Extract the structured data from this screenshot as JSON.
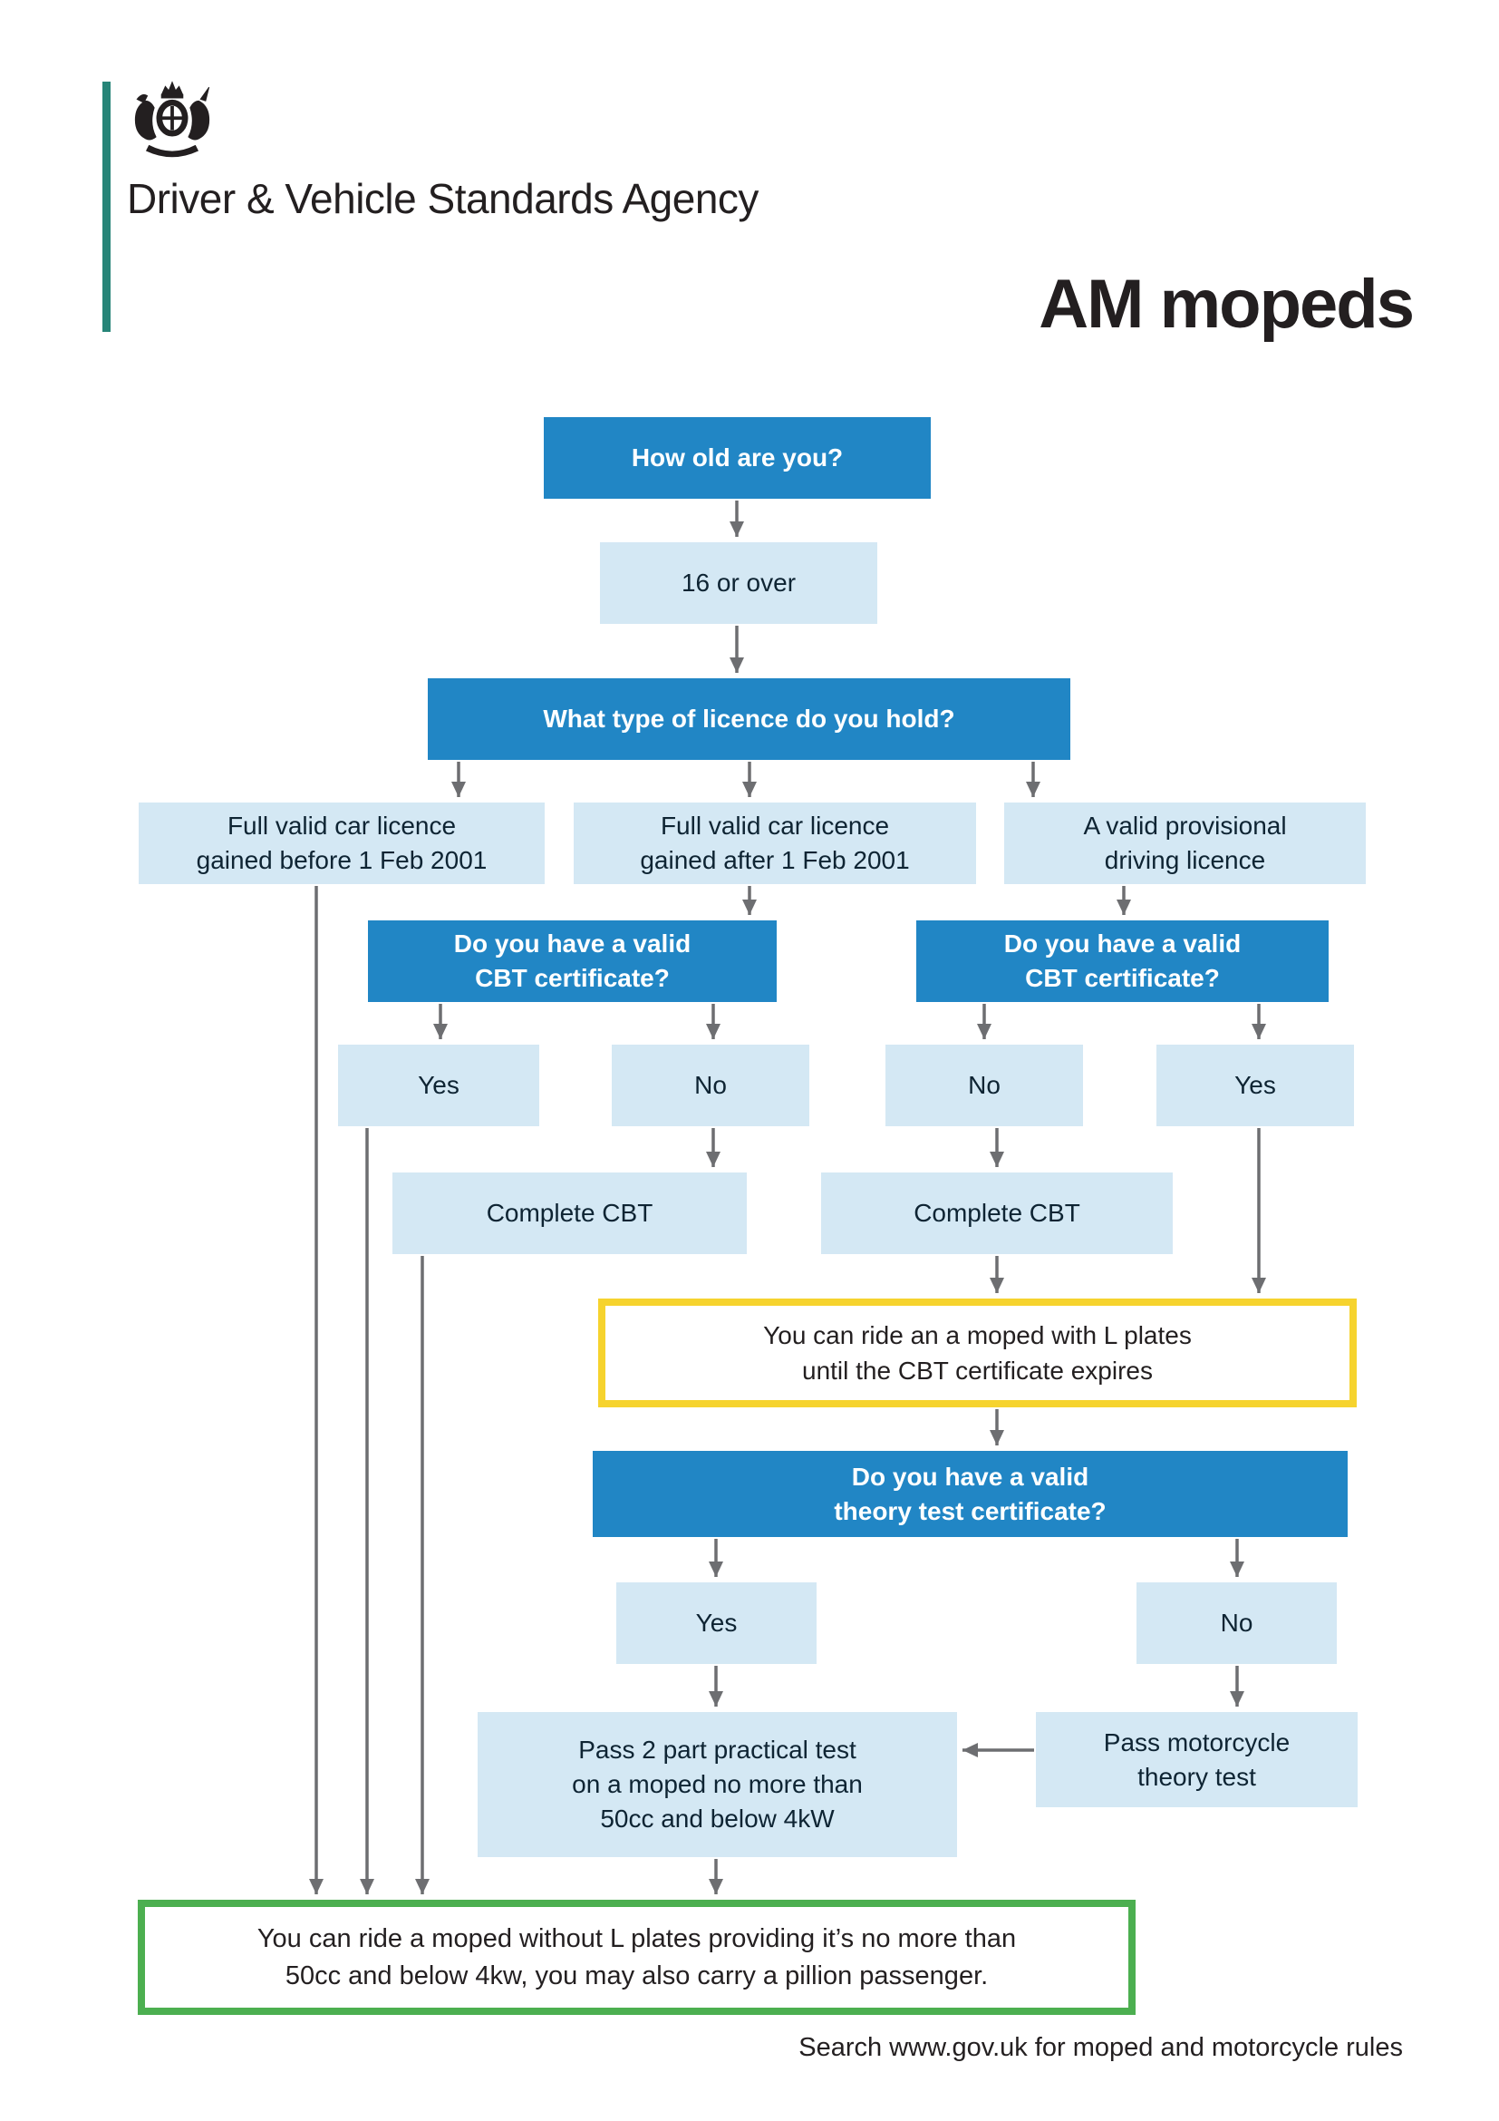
{
  "header": {
    "title": "AM mopeds",
    "agency": {
      "lines": [
        "Driver & Vehicle",
        "Standards",
        "Agency"
      ],
      "crest_icon": "royal-coat-of-arms"
    }
  },
  "footer": {
    "note": "Search www.gov.uk for moped and motorcycle rules"
  },
  "colors": {
    "question_blue": "#2186c5",
    "answer_light_blue": "#d4e8f4",
    "outcome_yellow_border": "#f6d32e",
    "outcome_green_border": "#4caf50",
    "arrow_gray": "#6d6e71",
    "brand_teal": "#278578",
    "text_dark": "#231f20"
  },
  "flow": {
    "how_old": {
      "label": "How old are you?"
    },
    "age_16": {
      "label": "16 or over"
    },
    "licence_type": {
      "label": "What type of licence do you hold?"
    },
    "licence_before": {
      "lines": [
        "Full valid car licence",
        "gained before 1 Feb 2001"
      ]
    },
    "licence_after": {
      "lines": [
        "Full valid car licence",
        "gained after 1 Feb 2001"
      ]
    },
    "licence_provisional": {
      "lines": [
        "A valid provisional",
        "driving licence"
      ]
    },
    "cbt_question_left": {
      "lines": [
        "Do you have a valid",
        "CBT certificate?"
      ]
    },
    "cbt_question_right": {
      "lines": [
        "Do you have a valid",
        "CBT certificate?"
      ]
    },
    "cbt_left_yes": {
      "label": "Yes"
    },
    "cbt_left_no": {
      "label": "No"
    },
    "cbt_right_no": {
      "label": "No"
    },
    "cbt_right_yes": {
      "label": "Yes"
    },
    "complete_cbt_left": {
      "label": "Complete CBT"
    },
    "complete_cbt_right": {
      "label": "Complete CBT"
    },
    "ride_l_plates": {
      "lines": [
        "You can ride an a moped with L plates",
        "until the CBT certificate expires"
      ]
    },
    "theory_question": {
      "lines": [
        "Do you have a valid",
        "theory test certificate?"
      ]
    },
    "theory_yes": {
      "label": "Yes"
    },
    "theory_no": {
      "label": "No"
    },
    "pass_practical": {
      "lines": [
        "Pass 2 part practical test",
        "on a moped no more than",
        "50cc and below 4kW"
      ]
    },
    "pass_theory": {
      "lines": [
        "Pass motorcycle",
        "theory test"
      ]
    },
    "ride_no_l_plates": {
      "lines": [
        "You can ride a moped without L plates providing it’s no more than",
        "50cc and below 4kw, you may also carry a pillion passenger."
      ]
    }
  }
}
